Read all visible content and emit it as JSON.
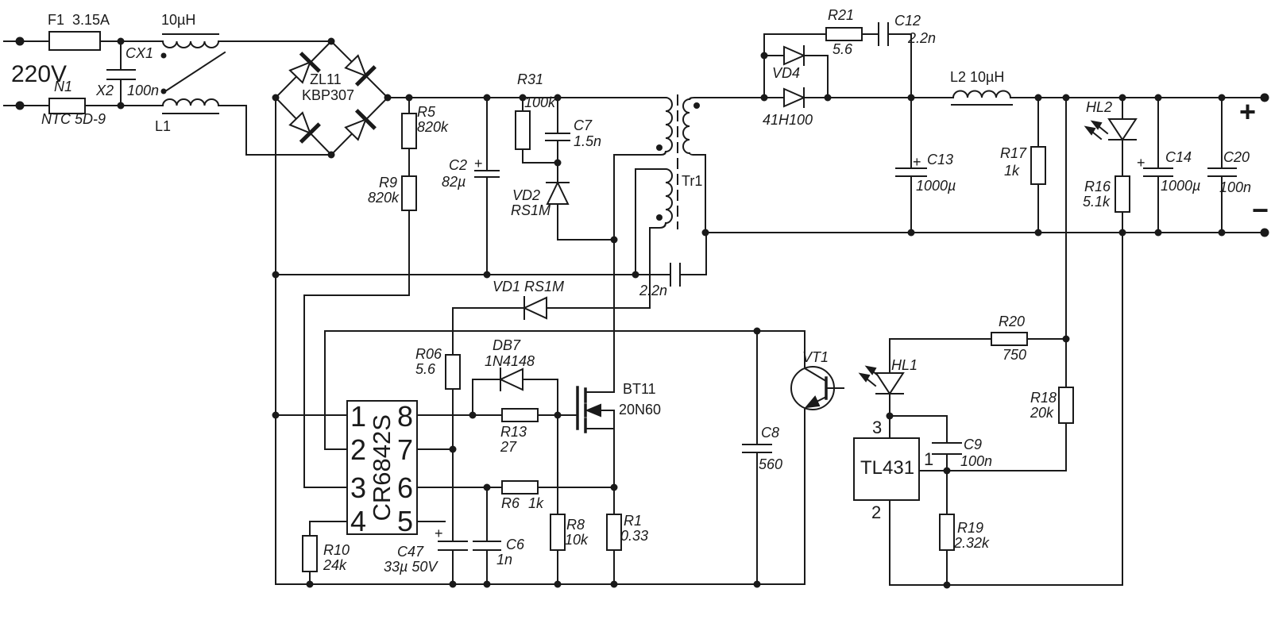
{
  "ac_input": {
    "voltage": "220V",
    "fuse": "F1  3.15A",
    "ntc_ref": "N1",
    "ntc_part": "NTC 5D-9",
    "xcap_ref": "CX1",
    "xcap_class": "X2",
    "xcap_value": "100n",
    "choke_value": "10µH",
    "choke_ref": "L1"
  },
  "bridge": {
    "ref": "ZL11",
    "part": "KBP307"
  },
  "startup": {
    "r5": "R5",
    "r5_value": "820k",
    "r9": "R9",
    "r9_value": "820k"
  },
  "bulk_cap": {
    "ref": "C2",
    "plus": "+",
    "value": "82µ"
  },
  "clamp": {
    "r31": "R31",
    "r31_value": "100k",
    "c7": "C7",
    "c7_value": "1.5n",
    "vd2": "VD2",
    "vd2_part": "RS1M"
  },
  "transformer": {
    "ref": "Tr1",
    "y_cap_value": "2.2n"
  },
  "aux_supply": {
    "vd1": "VD1 RS1M",
    "r06": "R06",
    "r06_value": "5.6",
    "c47": "C47",
    "c47_value": "33µ 50V",
    "c47_plus": "+"
  },
  "controller": {
    "part": "CR6842S",
    "pins_left": [
      "1",
      "2",
      "3",
      "4"
    ],
    "pins_right": [
      "8",
      "7",
      "6",
      "5"
    ]
  },
  "gate_drive": {
    "db7": "DB7",
    "db7_part": "1N4148",
    "r13": "R13",
    "r13_value": "27",
    "r8": "R8",
    "r8_value": "10k"
  },
  "mosfet": {
    "ref": "BT11",
    "part": "20N60"
  },
  "current_sense": {
    "r6": "R6",
    "r6_value": "1k",
    "r1": "R1",
    "r1_value": "0.33",
    "c6": "C6",
    "c6_value": "1n"
  },
  "fb_primary": {
    "r10": "R10",
    "r10_value": "24k",
    "c8": "C8",
    "c8_value": "560",
    "vt1": "VT1"
  },
  "sec_rect": {
    "vd4": "VD4",
    "part": "41H100",
    "r21": "R21",
    "r21_value": "5.6",
    "c12": "C12",
    "c12_value": "2.2n"
  },
  "output": {
    "l2": "L2 10µH",
    "c13": "C13",
    "c13_plus": "+",
    "c13_value": "1000µ",
    "r17": "R17",
    "r17_value": "1k",
    "hl2": "HL2",
    "r16": "R16",
    "r16_value": "5.1k",
    "c14": "C14",
    "c14_plus": "+",
    "c14_value": "1000µ",
    "c20": "C20",
    "c20_value": "100n",
    "plus": "+",
    "minus": "−"
  },
  "fb_secondary": {
    "hl1": "HL1",
    "tl431": "TL431",
    "pin3": "3",
    "pin1": "1",
    "pin2": "2",
    "c9": "C9",
    "c9_value": "100n",
    "r19": "R19",
    "r19_value": "2.32k",
    "r20": "R20",
    "r20_value": "750",
    "r18": "R18",
    "r18_value": "20k"
  }
}
